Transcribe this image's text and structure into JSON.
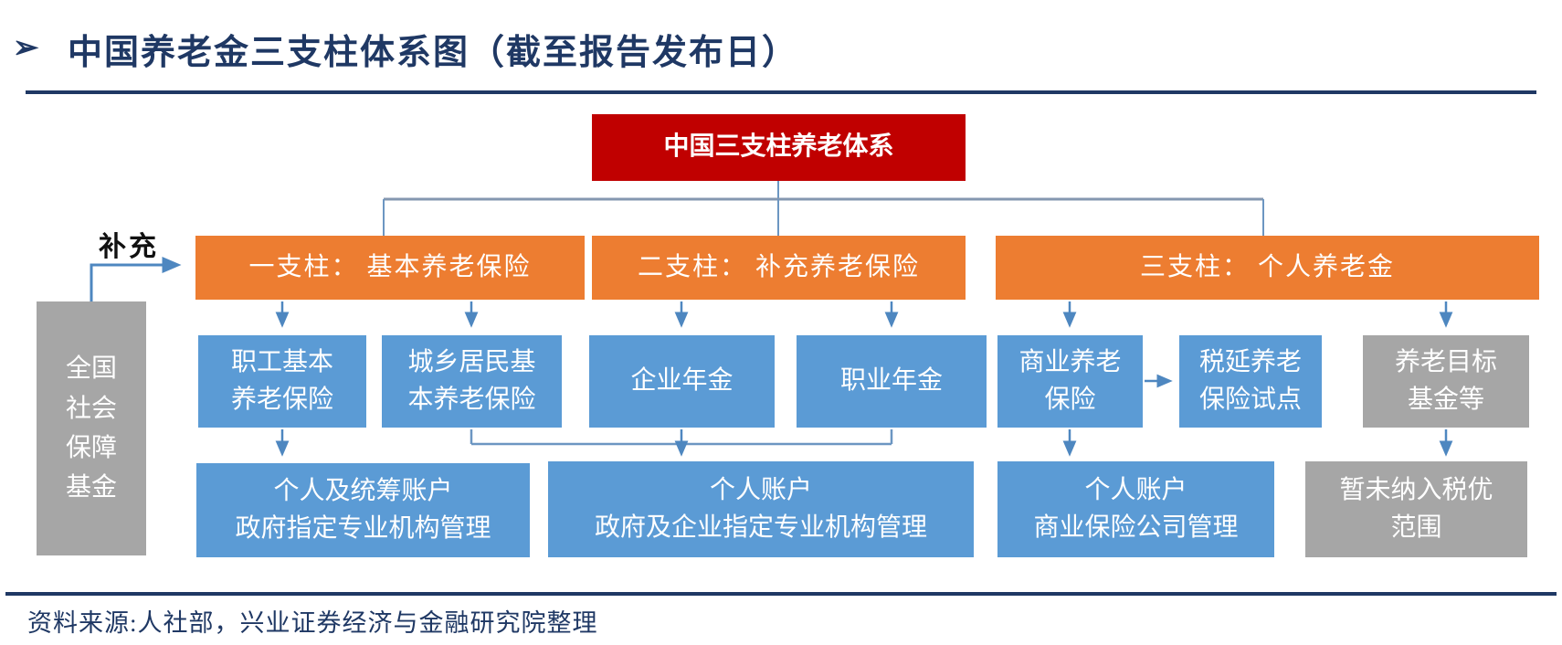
{
  "header": {
    "bullet": "➢",
    "title": "中国养老金三支柱体系图（截至报告发布日）"
  },
  "diagram": {
    "root": "中国三支柱养老体系",
    "supplement_label": "补充",
    "nssf": "全国\n社会\n保障\n基金",
    "pillars": [
      "一支柱： 基本养老保险",
      "二支柱： 补充养老保险",
      "三支柱： 个人养老金"
    ],
    "row2": [
      "职工基本\n养老保险",
      "城乡居民基\n本养老保险",
      "企业年金",
      "职业年金",
      "商业养老\n保险",
      "税延养老\n保险试点",
      "养老目标\n基金等"
    ],
    "row3": [
      "个人及统筹账户\n政府指定专业机构管理",
      "个人账户\n政府及企业指定专业机构管理",
      "个人账户\n商业保险公司管理",
      "暂未纳入税优\n范围"
    ]
  },
  "footer": {
    "source": "资料来源:人社部，兴业证券经济与金融研究院整理"
  },
  "colors": {
    "root_red": "#C00000",
    "pillar_orange": "#ED7D31",
    "node_blue": "#5B9BD5",
    "node_gray": "#A6A6A6",
    "title_navy": "#1F3864",
    "connector_blue": "#6C96C2"
  }
}
